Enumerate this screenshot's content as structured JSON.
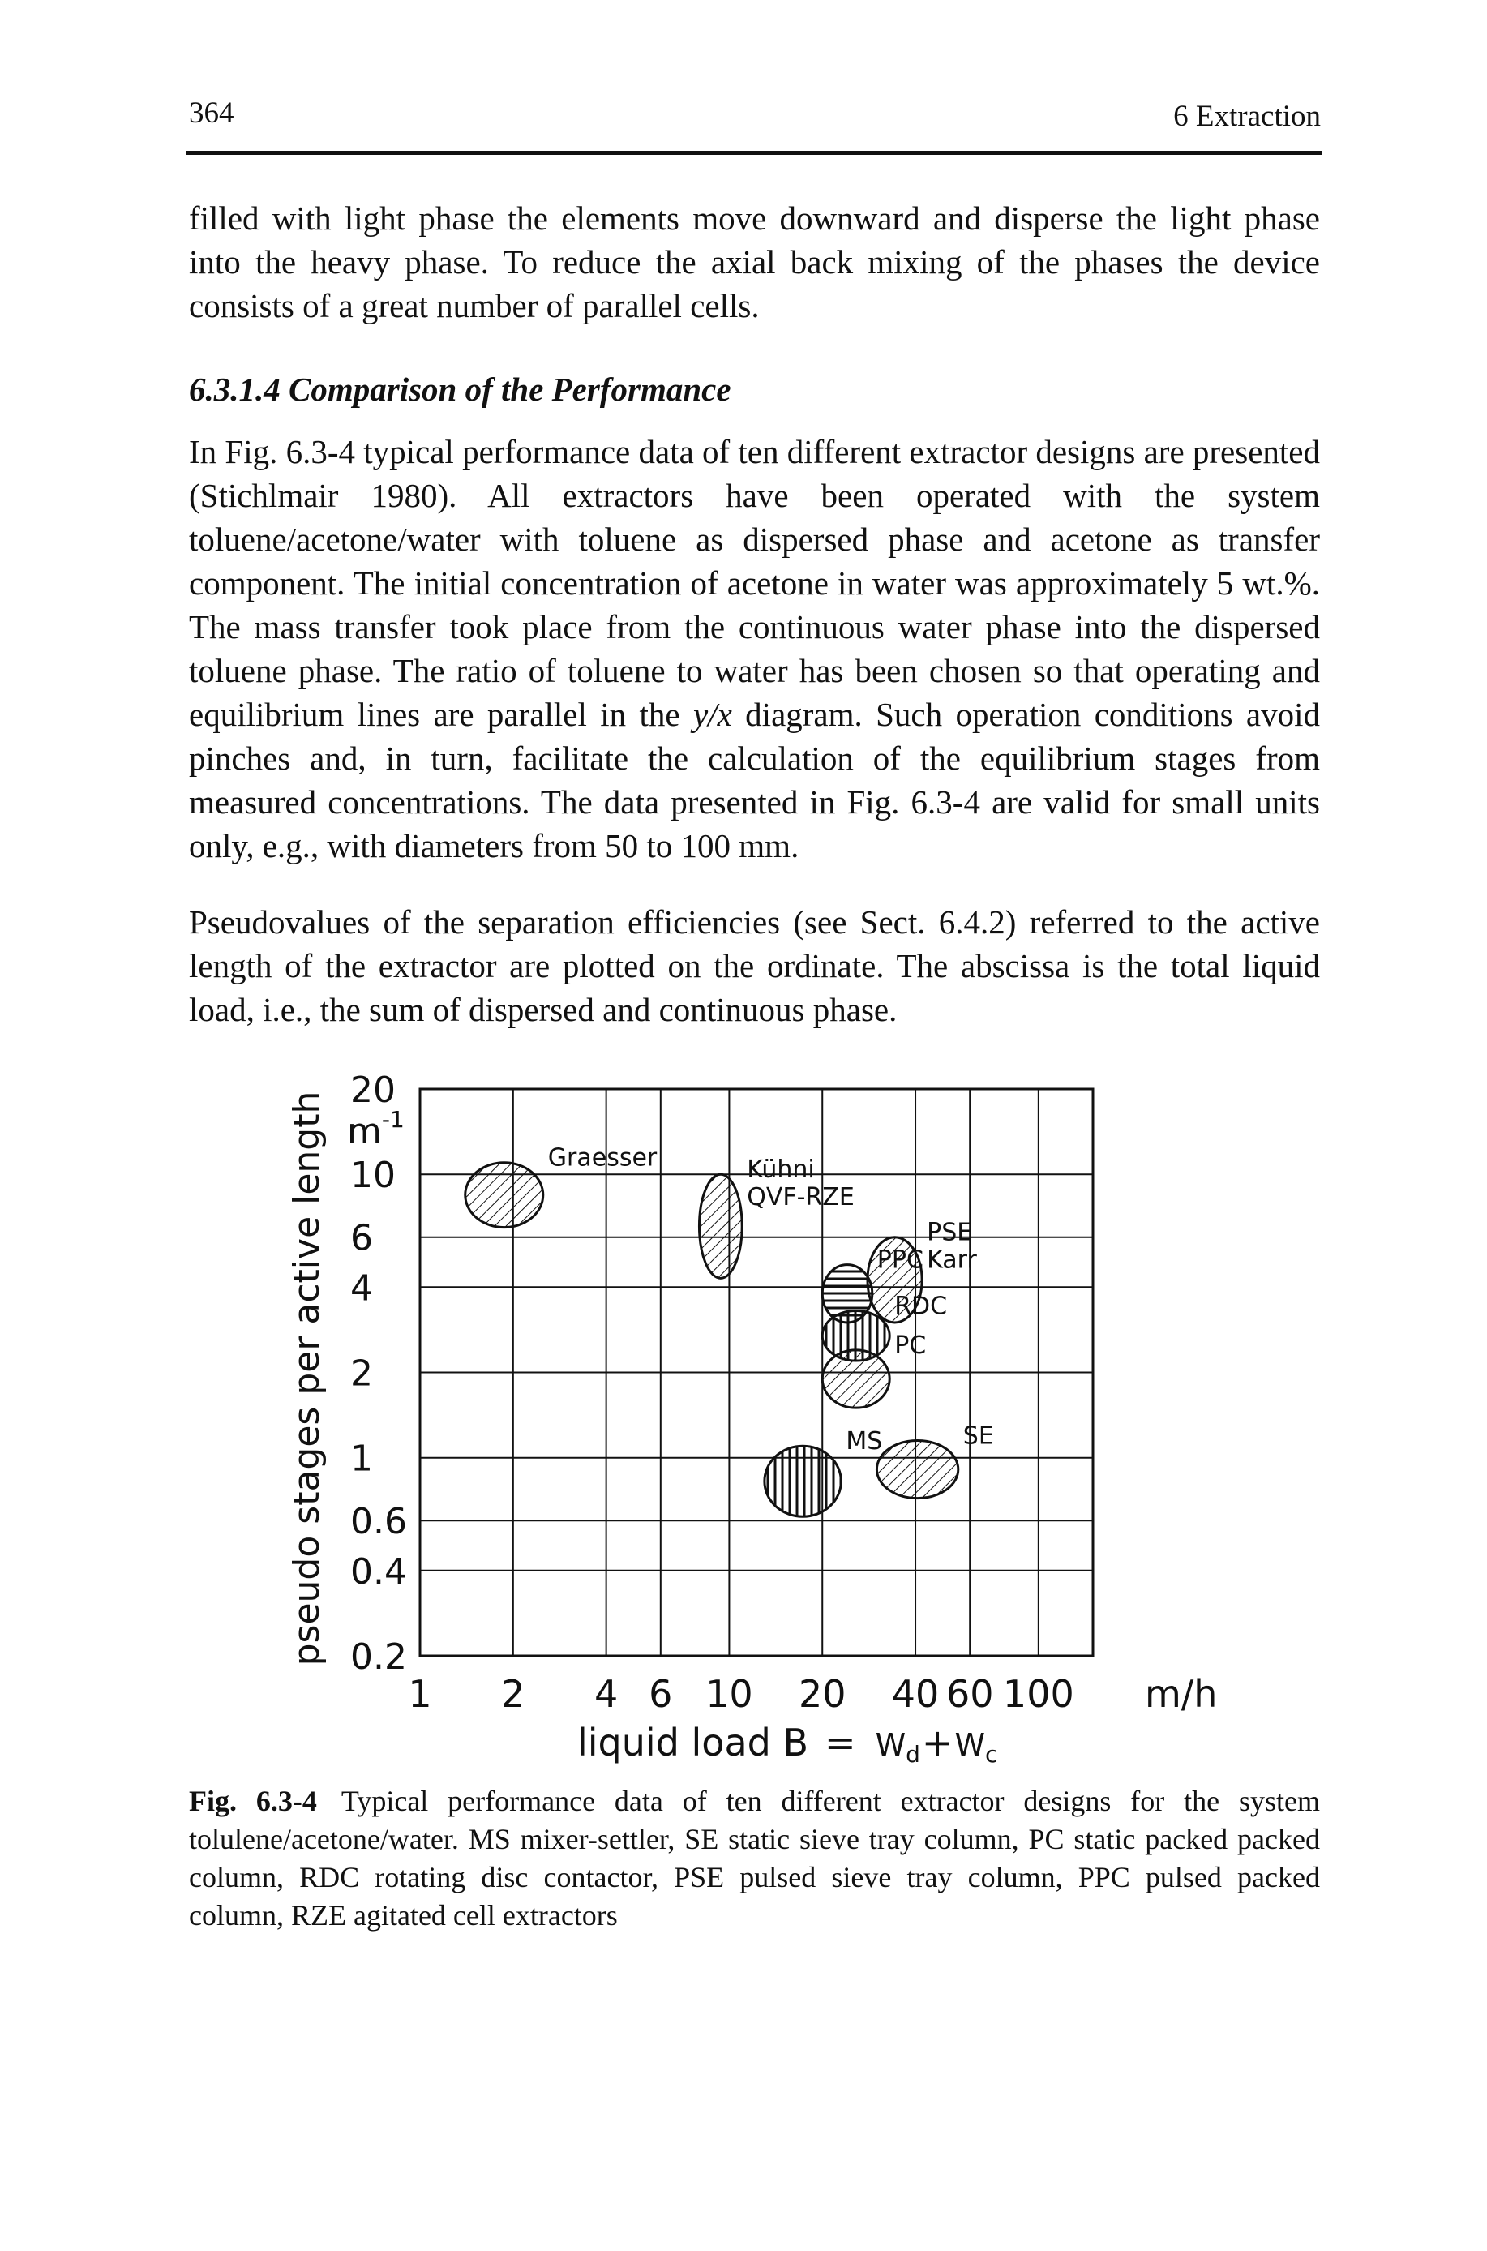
{
  "header": {
    "page_number": "364",
    "chapter": "6 Extraction"
  },
  "paragraphs": {
    "intro": "filled with light phase the elements move downward and disperse the light phase into the heavy phase. To reduce the axial back mixing of the phases the device consists of a great number of parallel cells.",
    "section_heading": "6.3.1.4 Comparison of the Performance",
    "fig_intro_before": "In Fig. 6.3-4 typical performance data of ten different extractor designs are presented (Stichlmair 1980). All extractors have been operated with the system toluene/acetone/water with toluene as dispersed phase and acetone as transfer component. The initial concentration of acetone in water was approximately 5 wt.%. The mass transfer took place from the continuous water phase into the dispersed toluene phase. The ratio of toluene to water has been chosen so that operating and equilibrium lines are parallel in the",
    "fig_intro_yx": "y/x",
    "fig_intro_after": "diagram. Such operation conditions avoid pinches and, in turn, facilitate the calculation of the equilibrium stages from measured concentrations. The data presented in Fig. 6.3-4 are valid for small units only, e.g., with diameters from 50 to 100 mm.",
    "pseudo": "Pseudovalues of the separation efficiencies (see Sect. 6.4.2) referred to the active length of the extractor are plotted on the ordinate. The abscissa is the total liquid load, i.e., the sum of dispersed and continuous phase."
  },
  "chart_data": {
    "type": "scatter",
    "x_scale": "log",
    "y_scale": "log",
    "xlim": [
      1,
      150
    ],
    "ylim": [
      0.2,
      20
    ],
    "x_ticks": [
      "1",
      "2",
      "4",
      "6",
      "10",
      "20",
      "40",
      "60",
      "100"
    ],
    "x_tick_values": [
      1,
      2,
      4,
      6,
      10,
      20,
      40,
      60,
      100
    ],
    "x_unit": "m/h",
    "y_ticks": [
      "20",
      "10",
      "6",
      "4",
      "2",
      "1",
      "0.6",
      "0.4",
      "0.2"
    ],
    "y_tick_values": [
      20,
      10,
      6,
      4,
      2,
      1,
      0.6,
      0.4,
      0.2
    ],
    "y_unit": "m",
    "y_unit_exp": "-1",
    "ylabel": "pseudo stages per active length",
    "xlabel_main": "liquid load B",
    "xlabel_eq": "=",
    "xlabel_wd": "W",
    "xlabel_wd_sub": "d",
    "xlabel_plus": "+",
    "xlabel_wc": "W",
    "xlabel_wc_sub": "c",
    "grid": true,
    "regions": [
      {
        "label": "Graesser",
        "x": [
          1.4,
          2.5
        ],
        "y": [
          6.5,
          11
        ],
        "pattern": "hatch"
      },
      {
        "label": "Kühni",
        "x": [
          8,
          11
        ],
        "y": [
          4.3,
          10
        ],
        "pattern": "hatch"
      },
      {
        "label": "QVF-RZE",
        "x": [
          8,
          11
        ],
        "y": [
          4.3,
          10
        ],
        "pattern": "hatch"
      },
      {
        "label": "PPC",
        "x": [
          20,
          29
        ],
        "y": [
          3.0,
          4.8
        ],
        "pattern": "horizontal"
      },
      {
        "label": "PSE",
        "x": [
          28,
          42
        ],
        "y": [
          3.0,
          6.0
        ],
        "pattern": "hatch"
      },
      {
        "label": "Karr",
        "x": [
          28,
          42
        ],
        "y": [
          3.0,
          6.0
        ],
        "pattern": "hatch"
      },
      {
        "label": "RDC",
        "x": [
          20,
          33
        ],
        "y": [
          2.2,
          3.3
        ],
        "pattern": "vertical"
      },
      {
        "label": "PC",
        "x": [
          20,
          33
        ],
        "y": [
          1.5,
          2.4
        ],
        "pattern": "hatch"
      },
      {
        "label": "MS",
        "x": [
          13,
          23
        ],
        "y": [
          0.62,
          1.1
        ],
        "pattern": "vertical"
      },
      {
        "label": "SE",
        "x": [
          30,
          55
        ],
        "y": [
          0.72,
          1.15
        ],
        "pattern": "hatch"
      }
    ]
  },
  "caption": {
    "label": "Fig. 6.3-4",
    "text": "Typical performance data of ten different extractor designs for the system tolulene/acetone/water. MS mixer-settler, SE static sieve tray column, PC static packed packed column, RDC rotating disc contactor, PSE pulsed sieve tray column, PPC pulsed packed column, RZE agitated cell extractors"
  }
}
